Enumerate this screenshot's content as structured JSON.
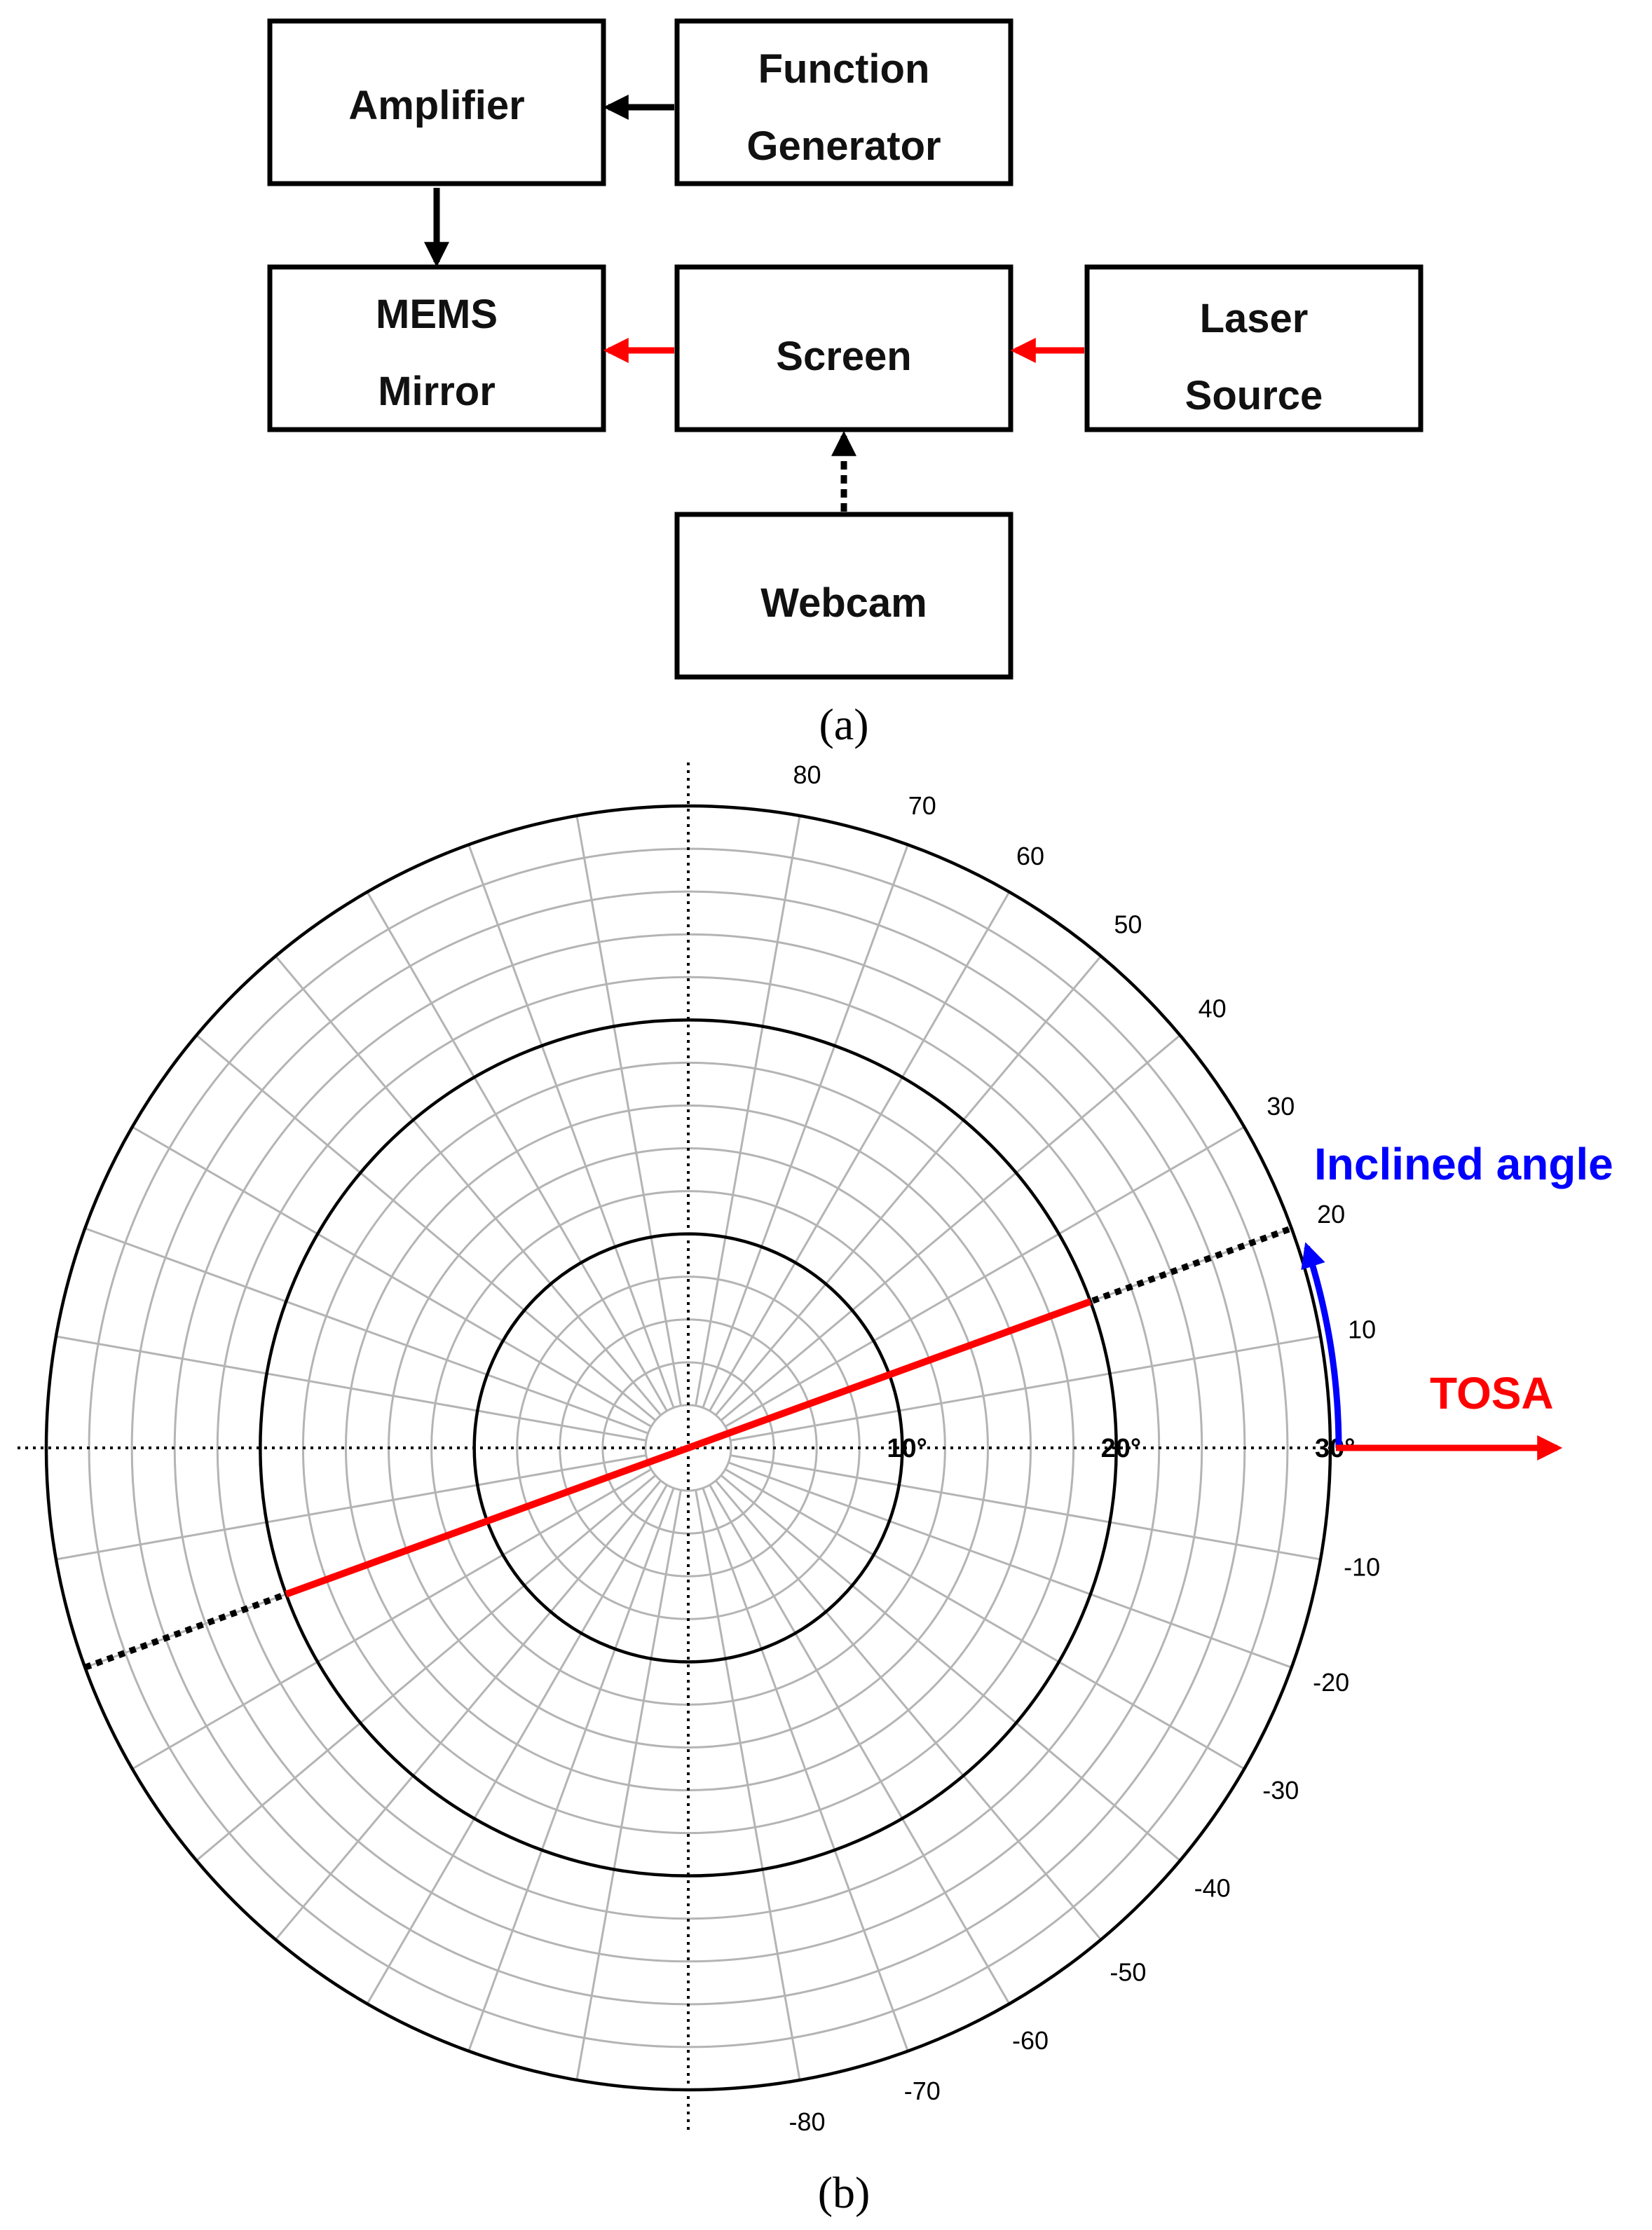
{
  "diagram_a": {
    "caption": "(a)",
    "blocks": {
      "amplifier": [
        "Amplifier"
      ],
      "function_generator": [
        "Function",
        "Generator"
      ],
      "mems_mirror": [
        "MEMS",
        "Mirror"
      ],
      "screen": [
        "Screen"
      ],
      "laser_source": [
        "Laser",
        "Source"
      ],
      "webcam": [
        "Webcam"
      ]
    },
    "colors": {
      "black_arrow": "#000000",
      "red_arrow": "#ff0000"
    }
  },
  "diagram_b": {
    "caption": "(b)",
    "inclination_deg": 20,
    "max_radius_deg": 30,
    "major_rings_deg": [
      10,
      20,
      30
    ],
    "minor_ring_step_deg": 2,
    "spoke_step_deg": 10,
    "radius_labels": [
      "10°",
      "20°",
      "30°"
    ],
    "angle_labels": [
      {
        "angle": 80,
        "text": "80"
      },
      {
        "angle": 70,
        "text": "70"
      },
      {
        "angle": 60,
        "text": "60"
      },
      {
        "angle": 50,
        "text": "50"
      },
      {
        "angle": 40,
        "text": "40"
      },
      {
        "angle": 30,
        "text": "30"
      },
      {
        "angle": 20,
        "text": "20"
      },
      {
        "angle": 10,
        "text": "10"
      },
      {
        "angle": -10,
        "text": "-10"
      },
      {
        "angle": -20,
        "text": "-20"
      },
      {
        "angle": -30,
        "text": "-30"
      },
      {
        "angle": -40,
        "text": "-40"
      },
      {
        "angle": -50,
        "text": "-50"
      },
      {
        "angle": -60,
        "text": "-60"
      },
      {
        "angle": -70,
        "text": "-70"
      },
      {
        "angle": -80,
        "text": "-80"
      }
    ],
    "inclined_angle_label": "Inclined angle",
    "tosa_label": "TOSA",
    "colors": {
      "beam": "#ff0000",
      "tosa": "#ff0000",
      "inclined": "#0000ff",
      "grid": "#b4b4b4",
      "major": "#000000"
    }
  }
}
